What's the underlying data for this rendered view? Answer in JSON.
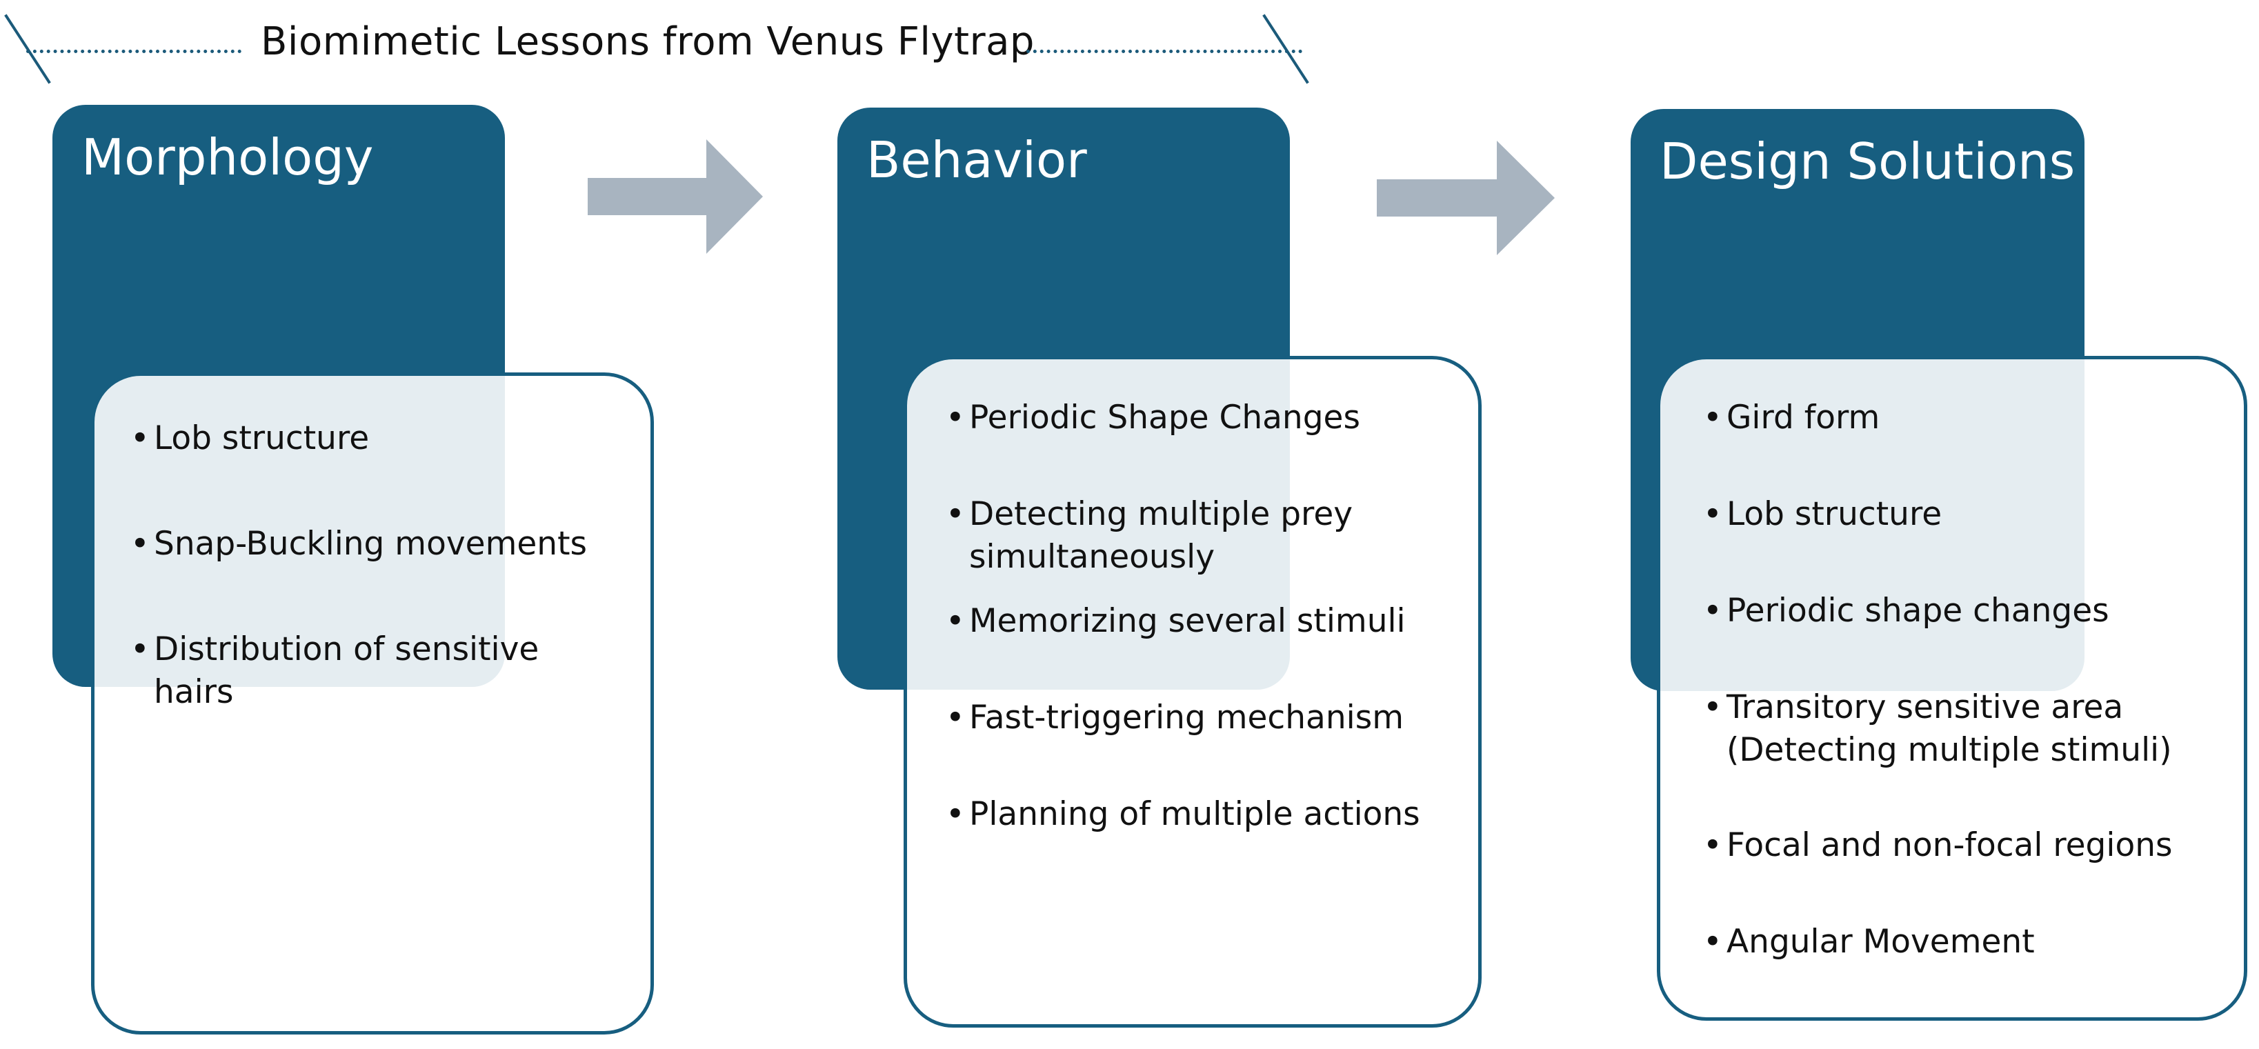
{
  "title": "Biomimetic Lessons from Venus Flytrap",
  "colors": {
    "card_dark": "#175e80",
    "arrow": "#a8b4c0",
    "border": "#175e80"
  },
  "columns": [
    {
      "heading": "Morphology",
      "items": [
        {
          "lines": [
            "Lob structure"
          ]
        },
        {
          "lines": [
            "Snap-Buckling movements"
          ]
        },
        {
          "lines": [
            "Distribution of sensitive",
            "hairs"
          ]
        }
      ]
    },
    {
      "heading": "Behavior",
      "items": [
        {
          "lines": [
            "Periodic Shape Changes"
          ]
        },
        {
          "lines": [
            "Detecting multiple prey",
            "simultaneously"
          ]
        },
        {
          "lines": [
            "Memorizing several stimuli"
          ]
        },
        {
          "lines": [
            "Fast-triggering mechanism"
          ]
        },
        {
          "lines": [
            "Planning of multiple actions"
          ]
        }
      ]
    },
    {
      "heading": "Design Solutions",
      "items": [
        {
          "lines": [
            "Gird form"
          ]
        },
        {
          "lines": [
            "Lob structure"
          ]
        },
        {
          "lines": [
            "Periodic shape changes"
          ]
        },
        {
          "lines": [
            "Transitory sensitive area",
            "(Detecting multiple stimuli)"
          ]
        },
        {
          "lines": [
            "Focal and non-focal regions"
          ]
        },
        {
          "lines": [
            "Angular Movement"
          ]
        }
      ]
    }
  ]
}
